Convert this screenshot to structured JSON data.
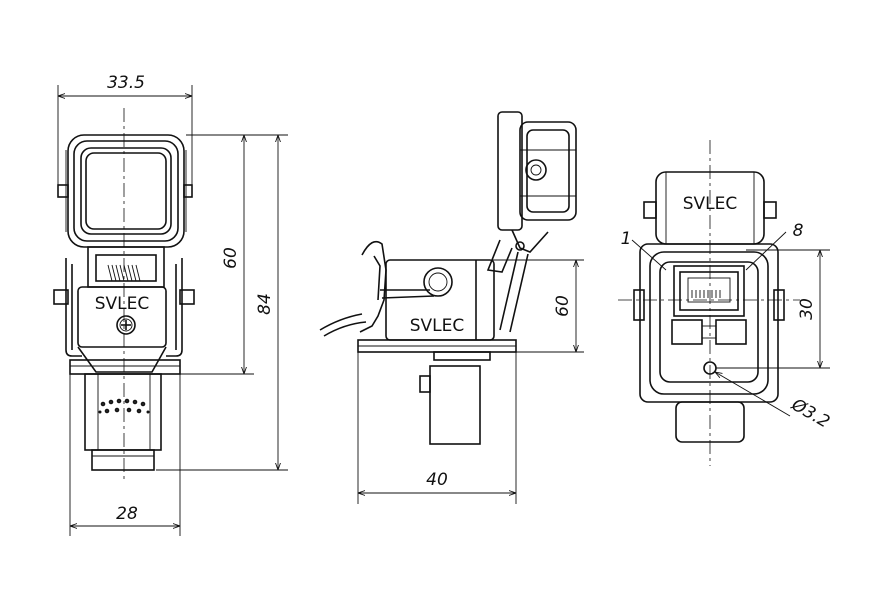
{
  "dimensions": {
    "front_width_top": "33.5",
    "front_height_60": "60",
    "front_height_84": "84",
    "front_width_bottom": "28",
    "side_height_60": "60",
    "side_width_40": "40",
    "rear_height_30": "30",
    "rear_hole_diameter": "Ø3.2",
    "rear_pin_label_1": "1",
    "rear_pin_label_8": "8"
  },
  "brand": {
    "front": "SVLEC",
    "side": "SVLEC",
    "rear": "SVLEC"
  },
  "colors": {
    "line": "#111111",
    "background": "#ffffff"
  }
}
